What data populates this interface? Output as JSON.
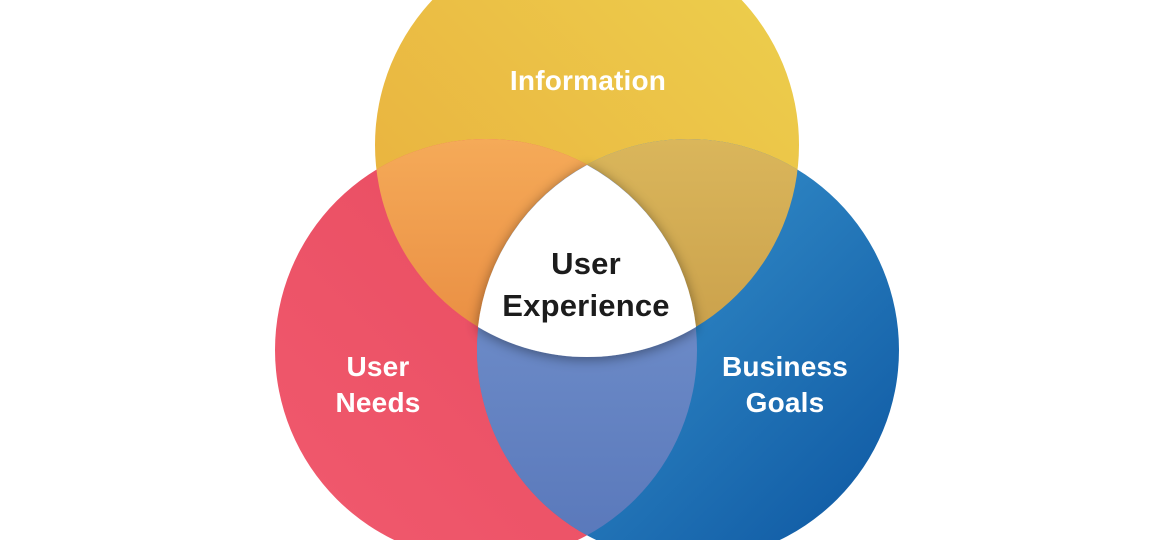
{
  "diagram": {
    "type": "venn",
    "sets": [
      {
        "id": "information",
        "label_lines": [
          "Information"
        ],
        "region_color_start": "#E9AD3C",
        "region_color_end": "#EDD14E"
      },
      {
        "id": "user-needs",
        "label_lines": [
          "User",
          "Needs"
        ],
        "region_color_start": "#F15A6E",
        "region_color_end": "#E6495E"
      },
      {
        "id": "business-goals",
        "label_lines": [
          "Business",
          "Goals"
        ],
        "region_color_start": "#41A0D7",
        "region_color_end": "#0C55A0"
      }
    ],
    "center_label_lines": [
      "User",
      "Experience"
    ]
  },
  "labels": {
    "information": [
      "Information"
    ],
    "user_needs": [
      "User",
      "Needs"
    ],
    "business_goals": [
      "Business",
      "Goals"
    ],
    "center": [
      "User",
      "Experience"
    ]
  },
  "colors": {
    "yellow_start": "#E9AD3C",
    "yellow_end": "#EDD14E",
    "red_start": "#F15A6E",
    "red_end": "#E6495E",
    "blue_start": "#41A0D7",
    "blue_end": "#0C55A0",
    "orange_start": "#F5AA58",
    "orange_end": "#DC6F2B",
    "gold_start": "#DAB65B",
    "gold_end": "#B9893A",
    "periwinkle_start": "#7B99D1",
    "periwinkle_end": "#5877BA",
    "center_fill": "#FFFFFF",
    "center_text": "#1C1C1C",
    "circle_label_text": "#FFFFFF",
    "background": "#FFFFFF"
  }
}
